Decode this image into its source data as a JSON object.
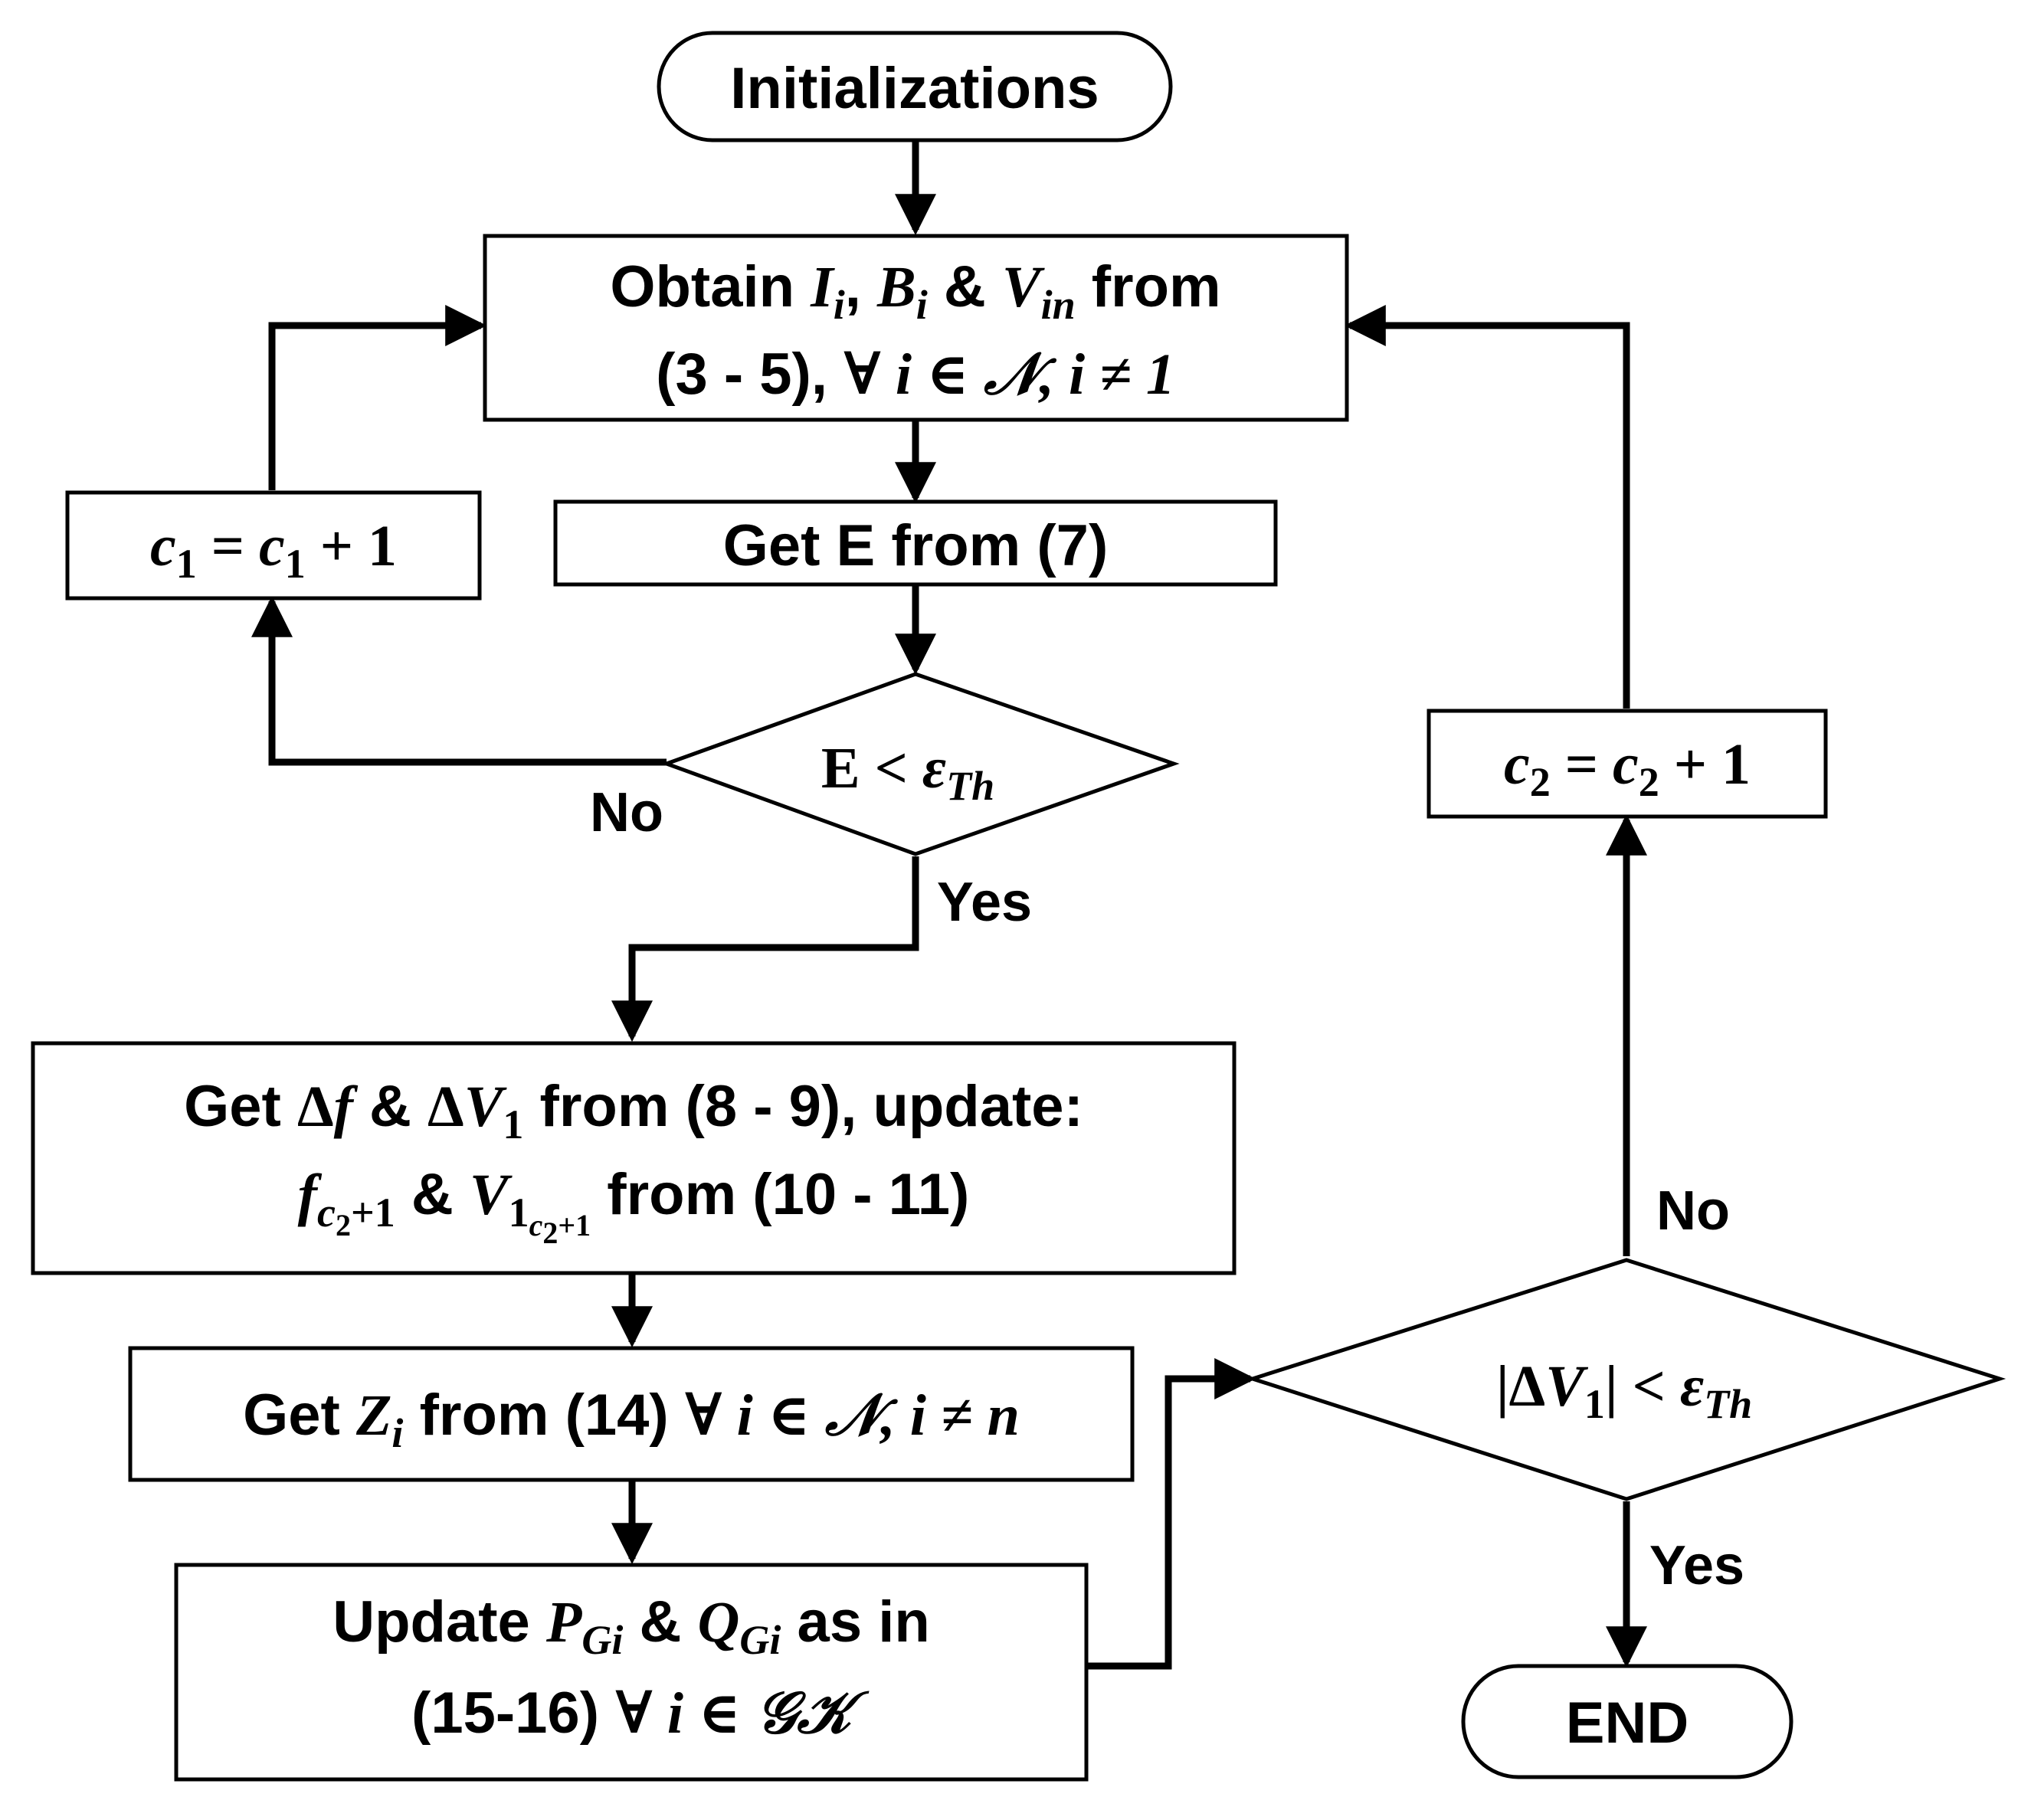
{
  "nodes": {
    "start": {
      "label": "Initializations"
    },
    "obtain": {
      "prefix": "Obtain",
      "sym1": "I",
      "sym1_sub": "i",
      "sep1": ",",
      "sym2": "B",
      "sym2_sub": "i",
      "amp": "&",
      "sym3": "V",
      "sym3_sub": "in",
      "suffix": "from",
      "line2_ref": "(3 - 5),",
      "line2_math": "∀ i ∈ 𝒩, i ≠ 1"
    },
    "get_e": {
      "label": "Get E from (7)"
    },
    "c1_update": {
      "lhs": "c",
      "lhs_sub": "1",
      "mid": " = ",
      "rhs": "c",
      "rhs_sub": "1",
      "tail": " + 1"
    },
    "decision_e": {
      "sym": "E",
      "op": " < ",
      "eps": "ε",
      "eps_sub": "Th"
    },
    "get_df": {
      "prefix": "Get",
      "d1": "Δ",
      "s1": "f",
      "amp": "&",
      "d2": "Δ",
      "s2": "V",
      "s2_sub": "1",
      "suffix": "from (8 - 9), update:",
      "l2_s1": "f",
      "l2_s1_sub": "c",
      "l2_s1_subsub": "2",
      "l2_s1_tail": "+1",
      "l2_amp": "&",
      "l2_s2": "V",
      "l2_s2_sub": "1",
      "l2_s2_subsub": "c",
      "l2_s2_subsubsub": "2",
      "l2_s2_tail": "+1",
      "l2_suffix": "from (10 - 11)"
    },
    "get_z": {
      "prefix": "Get",
      "sym": "Z",
      "sym_sub": "i",
      "suffix": "from (14)",
      "math": "∀ i ∈ 𝒩, i ≠ n"
    },
    "update_pq": {
      "prefix": "Update",
      "s1": "P",
      "s1_sub": "Gi",
      "amp": "&",
      "s2": "Q",
      "s2_sub": "Gi",
      "suffix": "as in",
      "line2_ref": "(15-16)",
      "line2_math": "∀ i ∈ 𝒢𝒦"
    },
    "decision_v": {
      "open": "|Δ",
      "sym": "V",
      "sym_sub": "1",
      "close": "|",
      "op": " < ",
      "eps": "ε",
      "eps_sub": "Th"
    },
    "c2_update": {
      "lhs": "c",
      "lhs_sub": "2",
      "mid": " = ",
      "rhs": "c",
      "rhs_sub": "2",
      "tail": " + 1"
    },
    "end": {
      "label": "END"
    }
  },
  "edge_labels": {
    "e_no": "No",
    "e_yes": "Yes",
    "v_no": "No",
    "v_yes": "Yes"
  }
}
